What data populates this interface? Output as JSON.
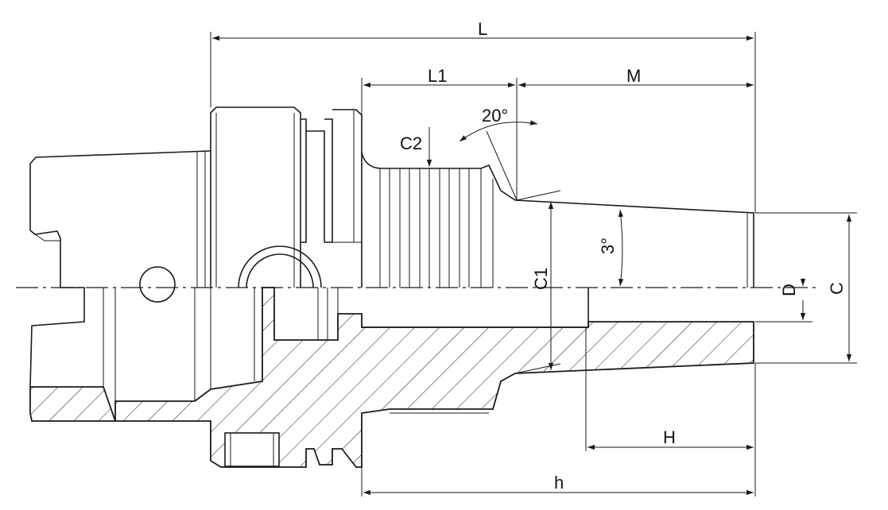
{
  "labels": {
    "L": "L",
    "L1": "L1",
    "M": "M",
    "angle_20": "20°",
    "C2": "C2",
    "C1": "C1",
    "angle_3": "3°",
    "D": "D",
    "C": "C",
    "H": "H",
    "h": "h"
  },
  "colors": {
    "line": "#1a1a1a",
    "background": "#ffffff"
  }
}
